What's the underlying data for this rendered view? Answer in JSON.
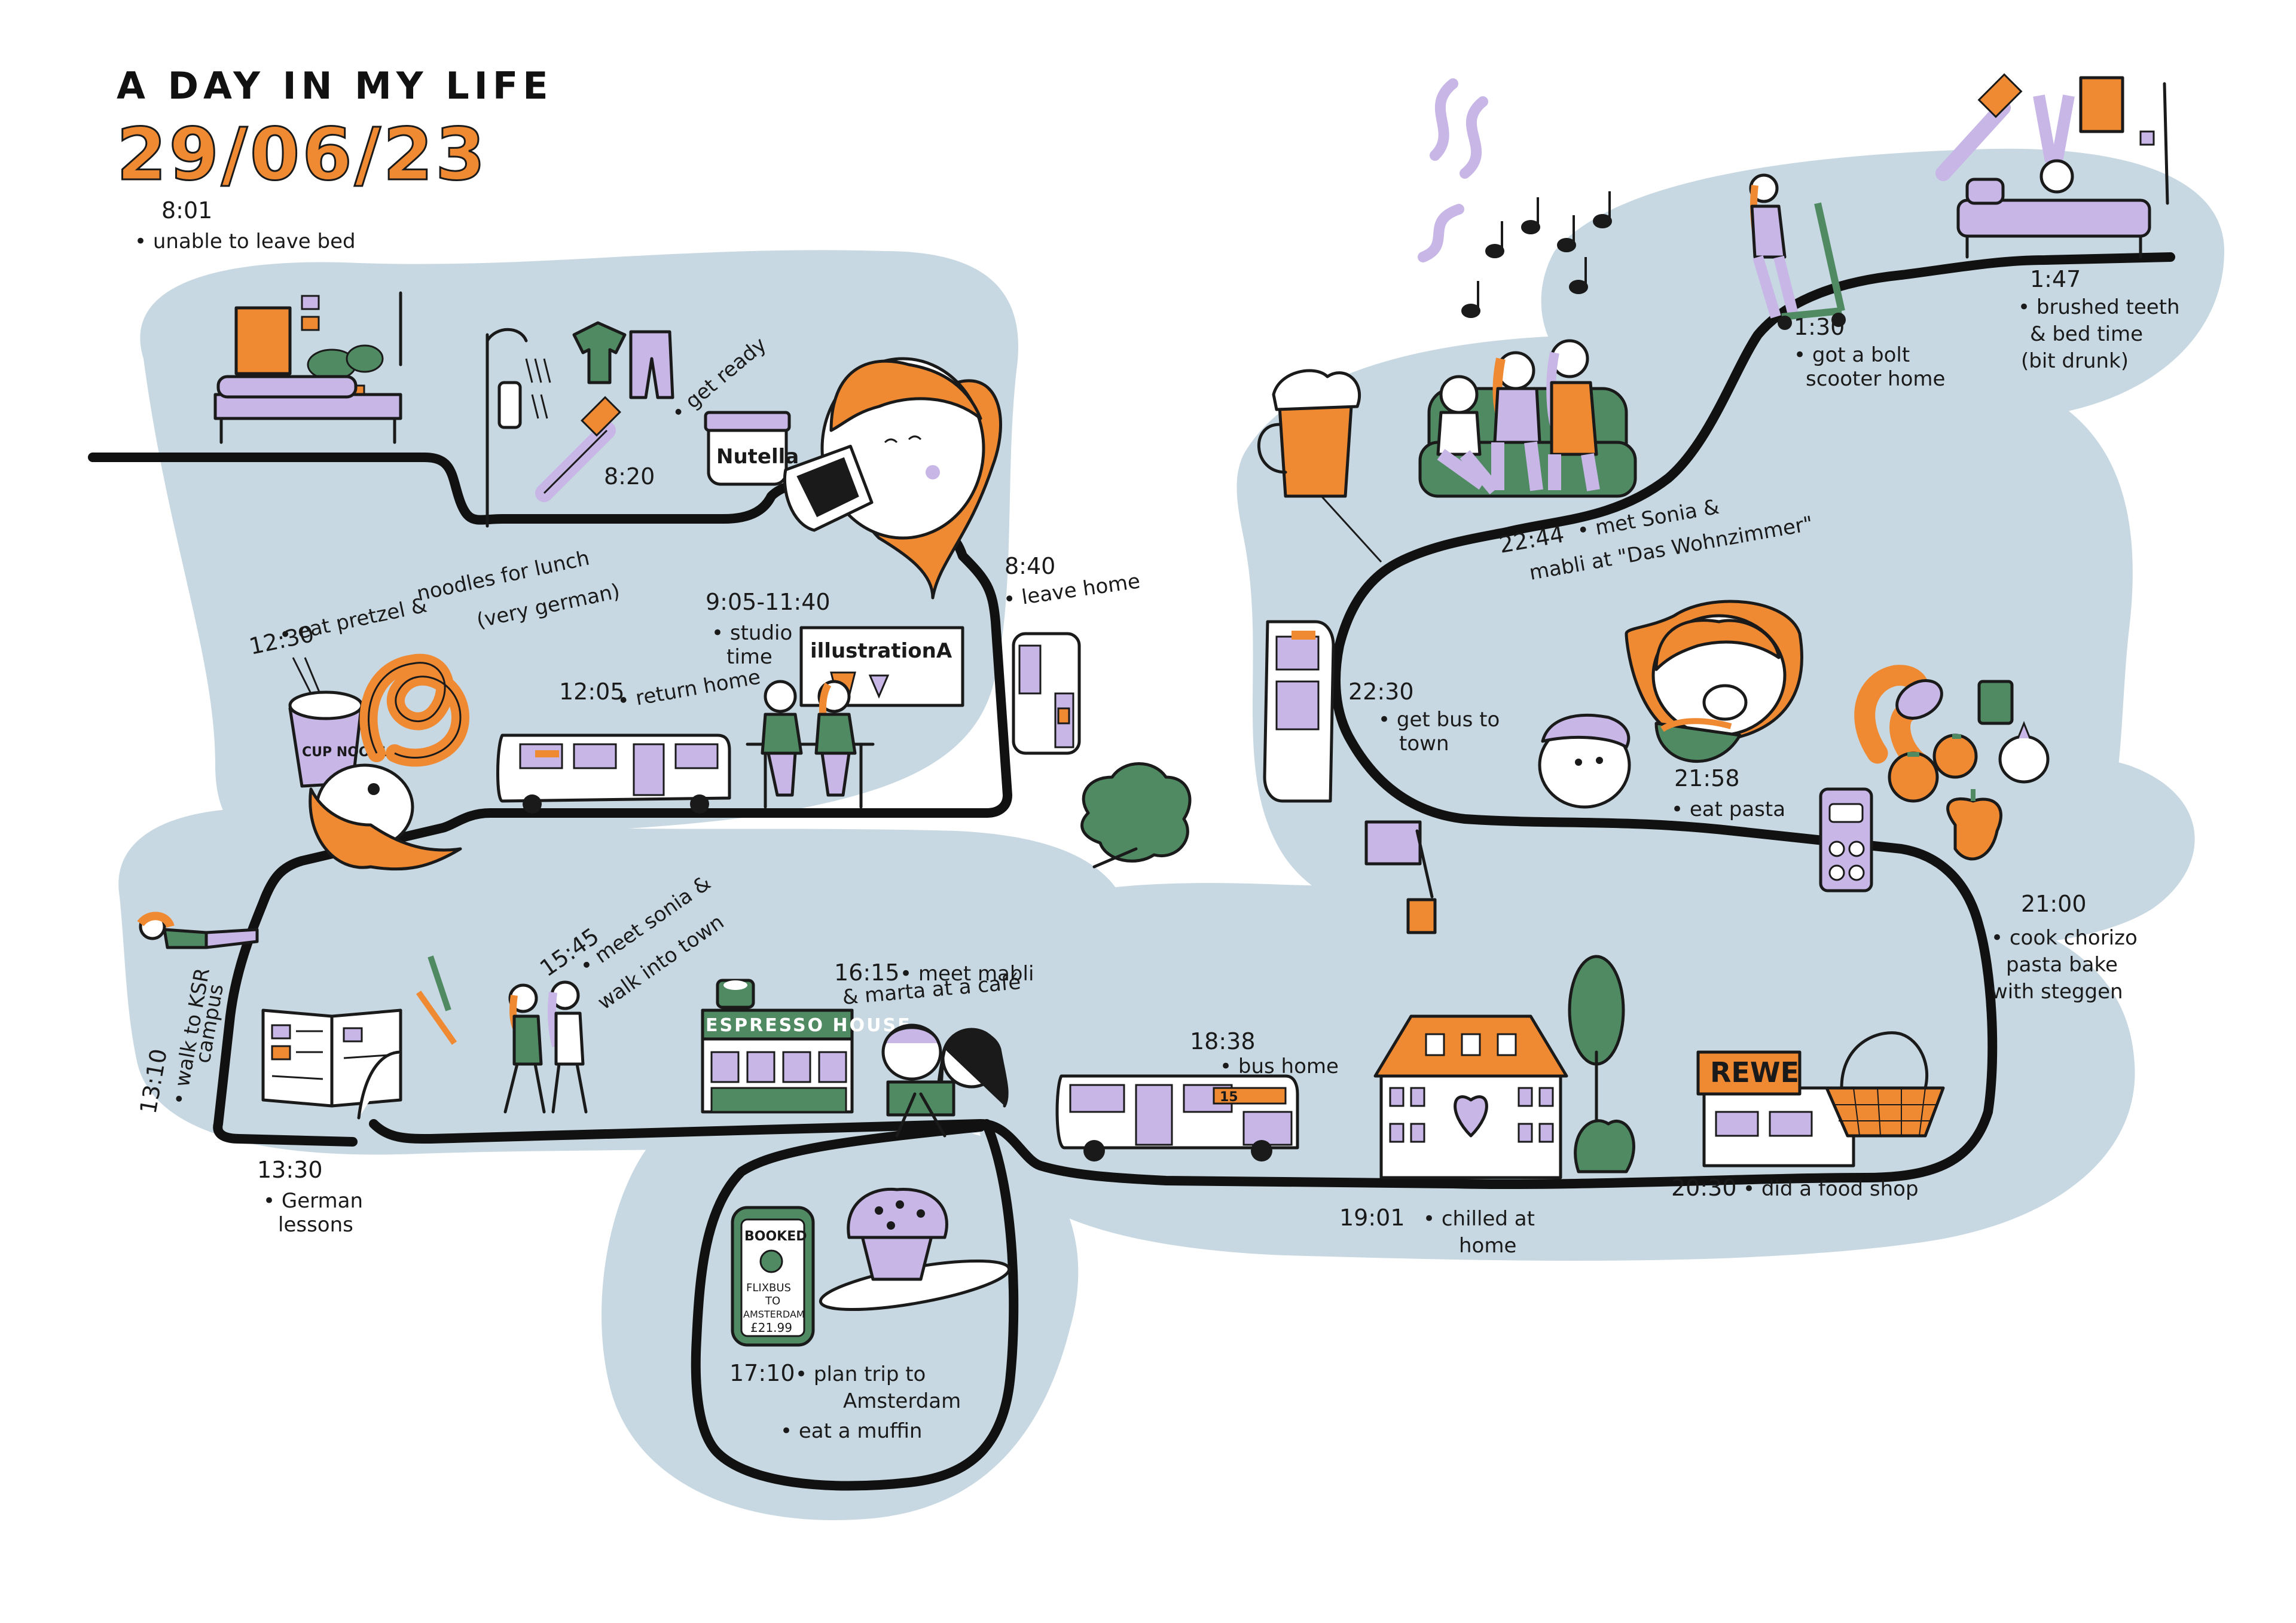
{
  "title": "A DAY IN MY LIFE",
  "date": "29/06/23",
  "colors": {
    "background_wash": "#c7d8e2",
    "accent_orange": "#ef8a33",
    "accent_purple": "#c7b6e6",
    "accent_green": "#4f8a62",
    "ink": "#111111"
  },
  "entries": [
    {
      "time": "8:01",
      "lines": [
        "• unable to leave bed"
      ]
    },
    {
      "time": "8:20",
      "lines": [
        "• get ready"
      ]
    },
    {
      "time": "8:40",
      "lines": [
        "• leave home"
      ]
    },
    {
      "time": "9:05-11:40",
      "lines": [
        "• studio",
        "time"
      ]
    },
    {
      "time": "12:05",
      "lines": [
        "• return home"
      ]
    },
    {
      "time": "12:30",
      "lines": [
        "• eat pretzel &",
        "noodles for lunch",
        "(very german)"
      ]
    },
    {
      "time": "13:10",
      "lines": [
        "• walk to KSR",
        "campus"
      ]
    },
    {
      "time": "13:30",
      "lines": [
        "• German",
        "lessons"
      ]
    },
    {
      "time": "15:45",
      "lines": [
        "• meet sonia &",
        "walk into town"
      ]
    },
    {
      "time": "16:15",
      "lines": [
        "• meet mabli",
        "& marta at a café"
      ]
    },
    {
      "time": "17:10",
      "lines": [
        "• plan trip to",
        "Amsterdam",
        "• eat a muffin"
      ]
    },
    {
      "time": "18:38",
      "lines": [
        "• bus home"
      ]
    },
    {
      "time": "19:01",
      "lines": [
        "• chilled at",
        "home"
      ]
    },
    {
      "time": "20:30",
      "lines": [
        "• did a food shop"
      ]
    },
    {
      "time": "21:00",
      "lines": [
        "• cook chorizo",
        "pasta bake",
        "with steggen"
      ]
    },
    {
      "time": "21:58",
      "lines": [
        "• eat pasta"
      ]
    },
    {
      "time": "22:30",
      "lines": [
        "• get bus to",
        "town"
      ]
    },
    {
      "time": "22:44",
      "lines": [
        "• met Sonia &",
        "mabli at \"Das Wohnzimmer\""
      ]
    },
    {
      "time": "1:30",
      "lines": [
        "• got a bolt",
        "scooter home"
      ]
    },
    {
      "time": "1:47",
      "lines": [
        "• brushed teeth",
        "& bed time",
        "(bit drunk)"
      ]
    }
  ],
  "signs": {
    "nutella": "Nutella",
    "illustration": "illustrationA",
    "cup_noodle": "CUP NOODLE",
    "espresso_house": "ESPRESSO HOUSE",
    "rewe": "REWE",
    "ticket": [
      "BOOKED",
      "FLIXBUS",
      "TO",
      "AMSTERDAM",
      "£21.99"
    ],
    "bus_number": "15"
  },
  "icons": [
    "bed-icon",
    "plant-icon",
    "poster-icon",
    "shower-icon",
    "toothbrush-icon",
    "clothes-icon",
    "nutella-jar-icon",
    "girl-face-icon",
    "toast-icon",
    "bus-icon",
    "students-icon",
    "tree-icon",
    "pretzel-icon",
    "cup-noodle-icon",
    "walking-girl-icon",
    "notebook-icon",
    "pens-icon",
    "friends-walking-icon",
    "cafe-icon",
    "friends-faces-icon",
    "phone-ticket-icon",
    "muffin-icon",
    "house-icon",
    "supermarket-icon",
    "basket-icon",
    "chorizo-icon",
    "tomato-icon",
    "pepper-icon",
    "garlic-icon",
    "pasta-bowl-icon",
    "beer-icon",
    "sofa-friends-icon",
    "music-notes-icon",
    "scooter-icon",
    "toothbrush-bed-icon"
  ]
}
